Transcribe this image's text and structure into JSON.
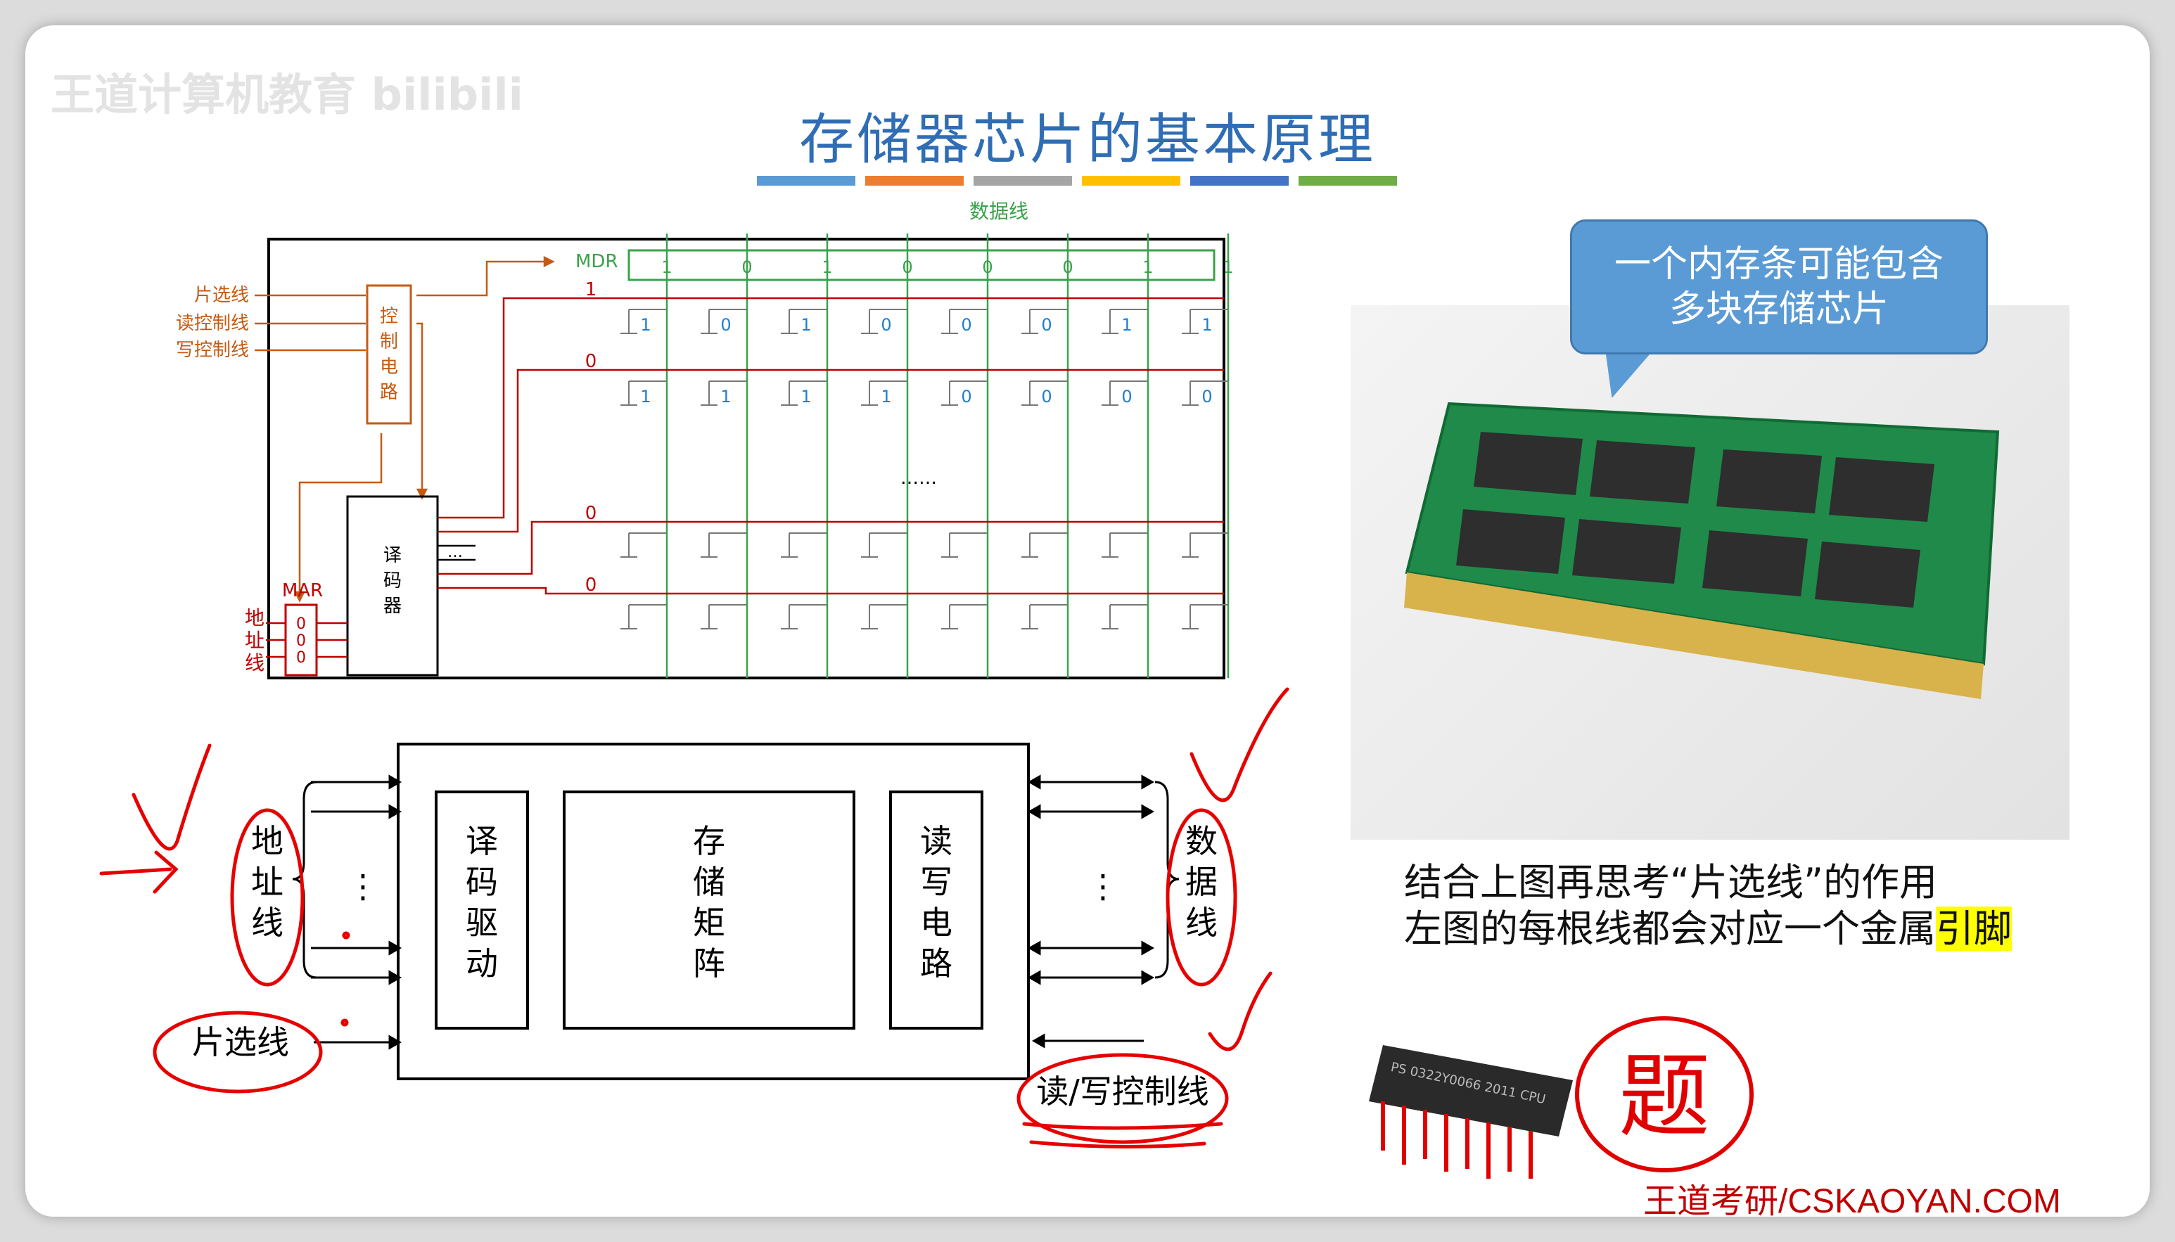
{
  "watermark": "王道计算机教育 bilibili",
  "title": "存储器芯片的基本原理",
  "colors": {
    "bars": [
      "#5b9bd5",
      "#ed7d31",
      "#a5a5a5",
      "#ffc000",
      "#4472c4",
      "#70ad47"
    ],
    "accent": "#c00000",
    "annotation": "#e60000"
  },
  "top_diagram": {
    "data_line_label": "数据线",
    "mdr_label": "MDR",
    "mdr_bits": [
      "1",
      "0",
      "1",
      "0",
      "0",
      "0",
      "1",
      "1"
    ],
    "chip_select_label": "片选线",
    "read_control_label": "读控制线",
    "write_control_label": "写控制线",
    "control_circuit_label": "控制电路",
    "decoder_label": "译码器",
    "mar_label": "MAR",
    "mar_bits": [
      "0",
      "0",
      "0"
    ],
    "address_line_label": "地址线",
    "row_select_values": [
      "1",
      "0",
      "0",
      "0"
    ],
    "row1_bits": [
      "1",
      "0",
      "1",
      "0",
      "0",
      "0",
      "1",
      "1"
    ],
    "row2_bits": [
      "1",
      "1",
      "1",
      "1",
      "0",
      "0",
      "0",
      "0"
    ],
    "ellipsis": "……",
    "decoder_ellipsis": "…"
  },
  "bottom_diagram": {
    "address_label": "地址线",
    "decoder_drive": "译码驱动",
    "storage_matrix": "存储矩阵",
    "rw_circuit": "读写电路",
    "data_label": "数据线",
    "chip_select": "片选线",
    "rw_control": "读/写控制线",
    "ellipsis": "⋮"
  },
  "bubble_lines": [
    "一个内存条可能包含",
    "多块存储芯片"
  ],
  "notes": {
    "line1": "结合上图再思考“片选线”的作用",
    "line2_prefix": "左图的每根线都会对应一个金属",
    "line2_highlight": "引脚"
  },
  "chip_text": "PS 0322Y0066 2011 CPU",
  "stamp": "题",
  "footer": "王道考研/CSKAOYAN.COM"
}
